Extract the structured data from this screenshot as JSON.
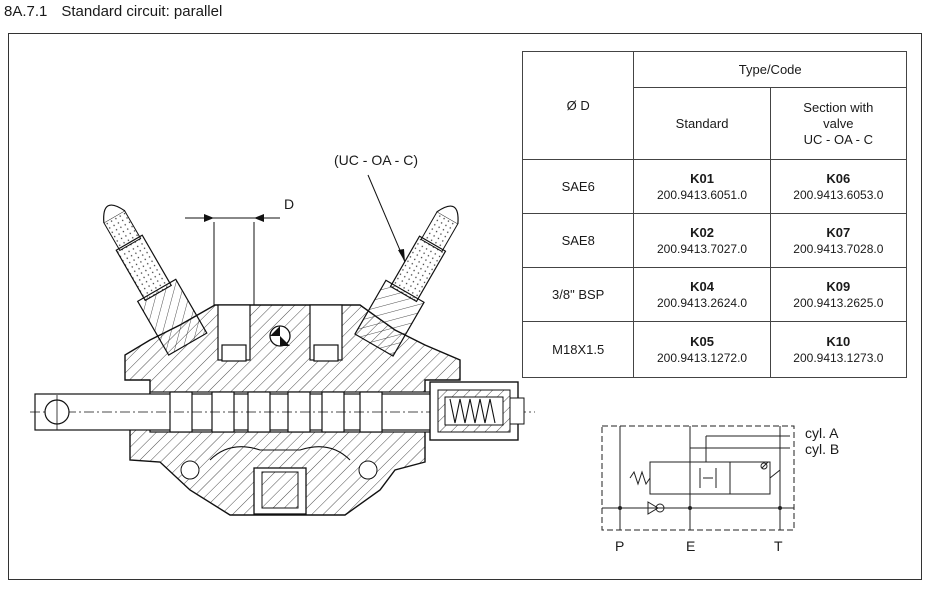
{
  "header": {
    "section_number": "8A.7.1",
    "title": "Standard circuit: parallel"
  },
  "drawing": {
    "valve_label": "(UC - OA - C)",
    "dimension_label": "D"
  },
  "table": {
    "col_diameter": "Ø D",
    "col_typecode": "Type/Code",
    "col_standard": "Standard",
    "col_section_line1": "Section with",
    "col_section_line2": "valve",
    "col_section_line3": "UC - OA - C",
    "rows": [
      {
        "size": "SAE6",
        "std_code": "K01",
        "std_part": "200.9413.6051.0",
        "valve_code": "K06",
        "valve_part": "200.9413.6053.0"
      },
      {
        "size": "SAE8",
        "std_code": "K02",
        "std_part": "200.9413.7027.0",
        "valve_code": "K07",
        "valve_part": "200.9413.7028.0"
      },
      {
        "size": "3/8\" BSP",
        "std_code": "K04",
        "std_part": "200.9413.2624.0",
        "valve_code": "K09",
        "valve_part": "200.9413.2625.0"
      },
      {
        "size": "M18X1.5",
        "std_code": "K05",
        "std_part": "200.9413.1272.0",
        "valve_code": "K10",
        "valve_part": "200.9413.1273.0"
      }
    ]
  },
  "schematic": {
    "cyl_a": "cyl. A",
    "cyl_b": "cyl. B",
    "port_p": "P",
    "port_e": "E",
    "port_t": "T"
  }
}
